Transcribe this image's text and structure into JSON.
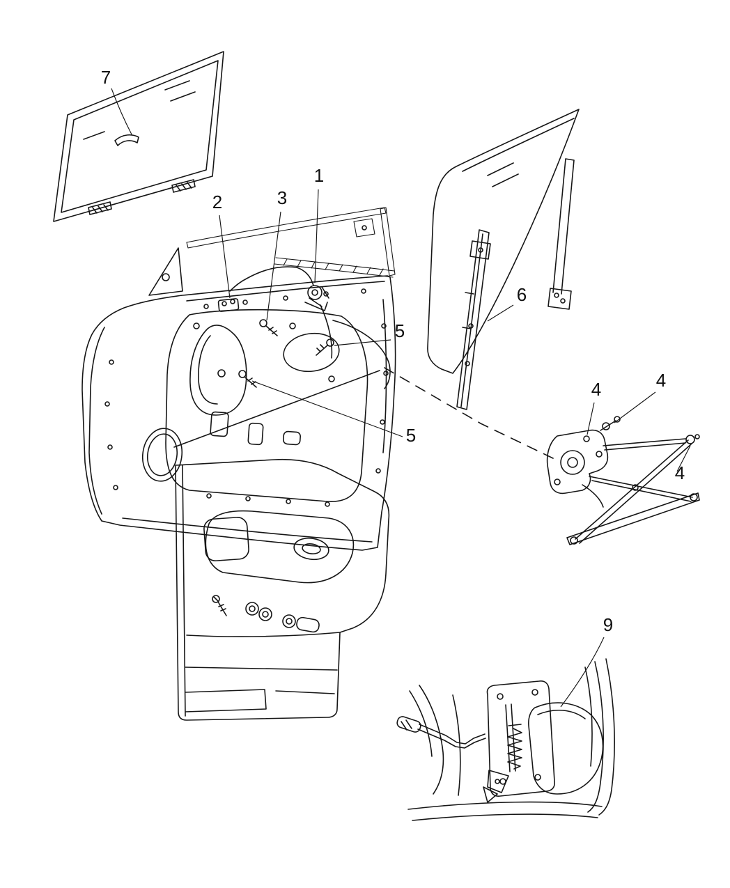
{
  "page": {
    "background_color": "#ffffff",
    "line_color": "#161616"
  },
  "callouts": [
    {
      "label": "7"
    },
    {
      "label": "2"
    },
    {
      "label": "3"
    },
    {
      "label": "1"
    },
    {
      "label": "5"
    },
    {
      "label": "5"
    },
    {
      "label": "6"
    },
    {
      "label": "4"
    },
    {
      "label": "4"
    },
    {
      "label": "4"
    },
    {
      "label": "9"
    }
  ]
}
